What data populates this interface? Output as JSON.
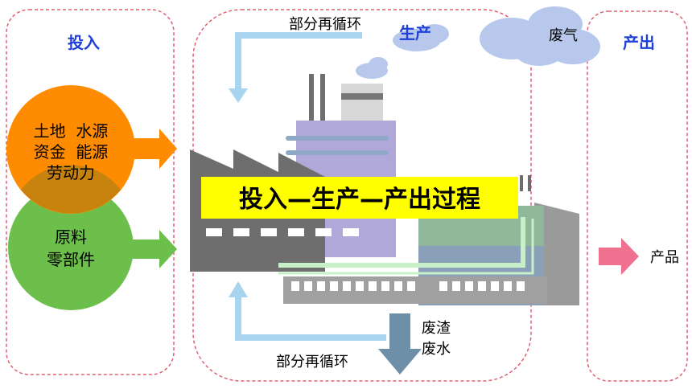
{
  "sections": {
    "input_title": "投入",
    "production_title": "生产",
    "output_title": "产出"
  },
  "inputs": {
    "circle_top": [
      "土地  水源",
      "资金  能源",
      "劳动力"
    ],
    "circle_bottom": [
      "原料",
      "零部件"
    ]
  },
  "main_title": "投入—生产—产出过程",
  "flows": {
    "recycle_top": "部分再循环",
    "recycle_bottom": "部分再循环",
    "waste_gas": "废气",
    "waste_residue": "废渣",
    "waste_water": "废水",
    "product": "产品"
  },
  "colors": {
    "section_title": "#1f3fd9",
    "dashed_border": "#e06070",
    "orange_circle": "#ff8c00",
    "green_circle": "#6dbf4b",
    "recycle_arrow": "#a8d4f0",
    "product_arrow": "#f07090",
    "title_bg": "#ffff00",
    "cloud": "#b8c8ec",
    "factory_dark": "#6e6e6e",
    "factory_purple": "#b0a8d8",
    "waste_arrow": "#6e8fa8"
  }
}
